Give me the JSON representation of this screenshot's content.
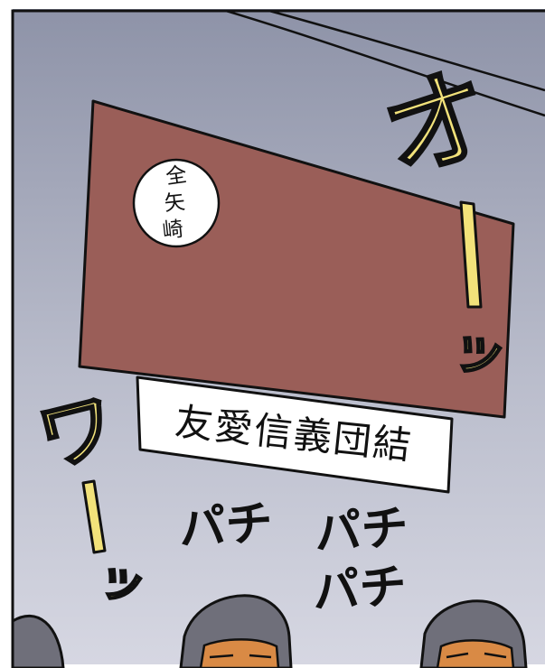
{
  "panel": {
    "colors": {
      "sky_top": "#8e93a8",
      "sky_bottom": "#d6d7e2",
      "banner": "#9a5e58",
      "crest_bg": "#ffffff",
      "sign_bg": "#ffffff",
      "sfx": "#f2e27a",
      "outline": "#111111",
      "hair": "#6f6f7a",
      "skin": "#d98a45"
    },
    "banner": {
      "crest_chars": [
        "全",
        "矢",
        "崎"
      ]
    },
    "sign": {
      "text": "友愛信義団結"
    },
    "sfx_shout_right": {
      "chars": [
        "オ",
        "ー",
        "ッ"
      ]
    },
    "sfx_shout_left": {
      "chars": [
        "ワ",
        "ー",
        "ッ"
      ]
    },
    "sfx_clap": {
      "words": [
        "パチ",
        "パチ",
        "パチ"
      ]
    }
  }
}
